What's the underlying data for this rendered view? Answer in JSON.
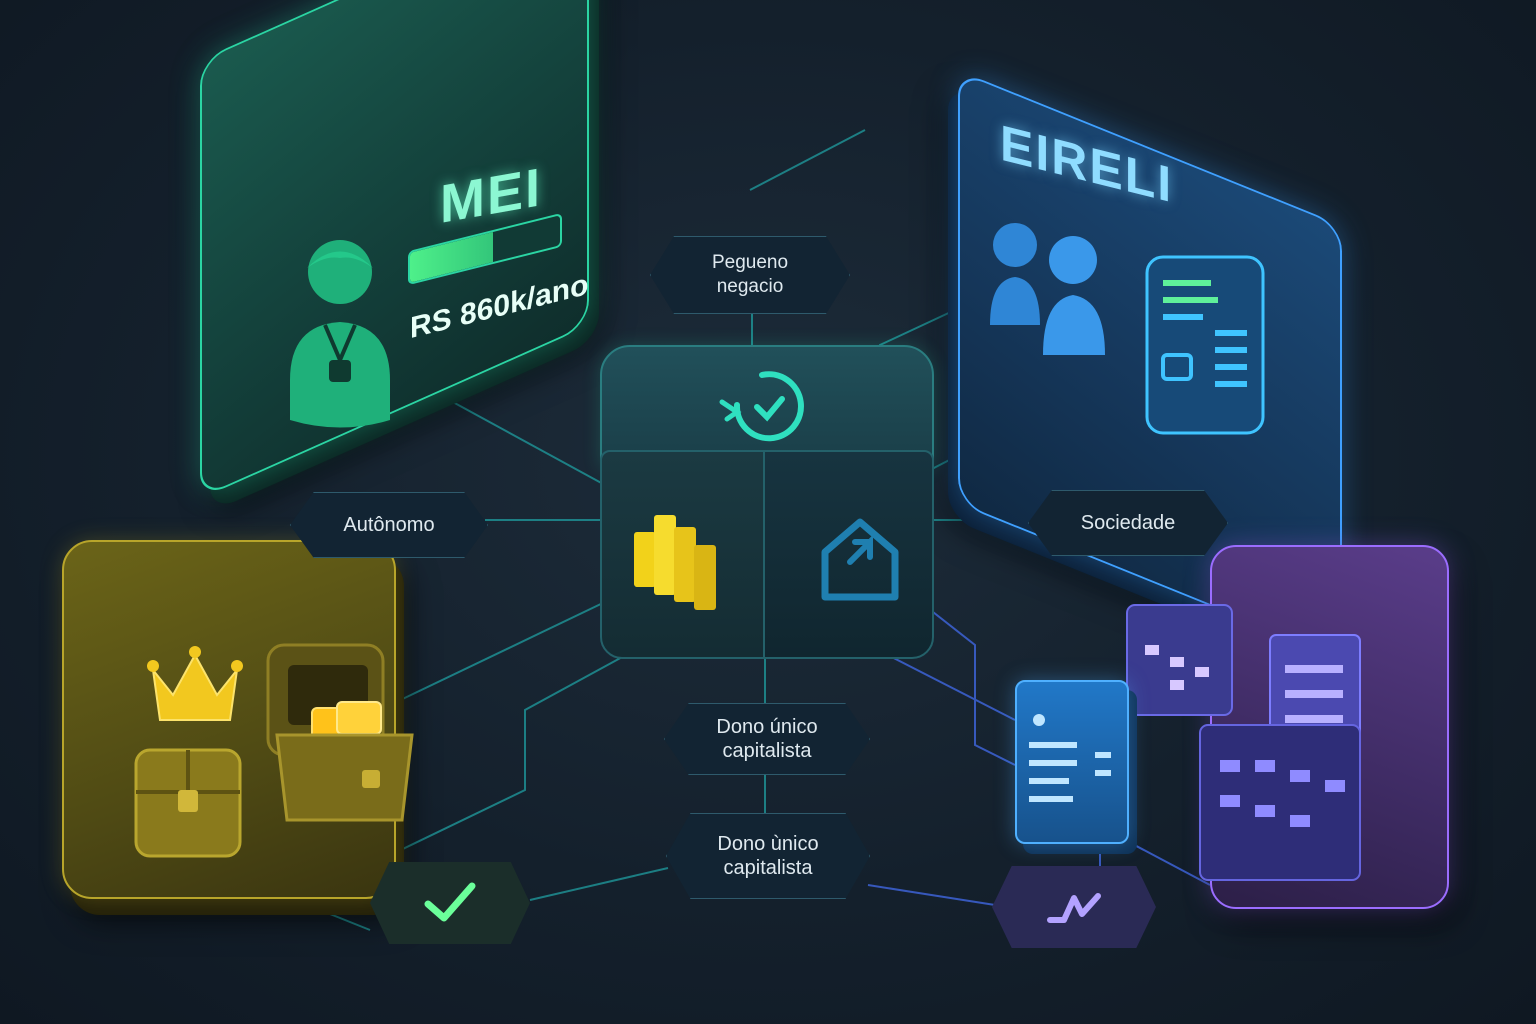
{
  "panels": {
    "mei": {
      "title": "MEI",
      "income": "RS 860k/ano",
      "progress_fraction": 0.55
    },
    "eireli": {
      "title": "EIRELI"
    }
  },
  "nodes": {
    "pequeno_negocio": "Pegueno\nnegacio",
    "autonomo": "Autônomo",
    "sociedade": "Sociedade",
    "dono_unico_1": "Dono único\ncapitalista",
    "dono_unico_2": "Dono ùnico\ncapitalista"
  },
  "colors": {
    "mei_accent": "#2bd5a3",
    "eireli_accent": "#3fa0ff",
    "gold_accent": "#e7c62a",
    "purple_accent": "#9b6dff",
    "line_teal": "#1fa6a6",
    "line_blue": "#3d63d6"
  },
  "icons": {
    "mei": "person-badge-icon",
    "eireli_people": "people-icon",
    "eireli_doc": "document-icon",
    "cube_top": "refresh-check-icon",
    "cube_left": "gold-bars-icon",
    "cube_right": "house-arrow-icon",
    "gold_crown": "crown-icon",
    "gold_case": "briefcase-icon",
    "gold_chest": "treasure-chest-icon",
    "check": "check-icon",
    "trend": "trend-icon",
    "server": "server-icon",
    "buildings": "buildings-icon"
  }
}
